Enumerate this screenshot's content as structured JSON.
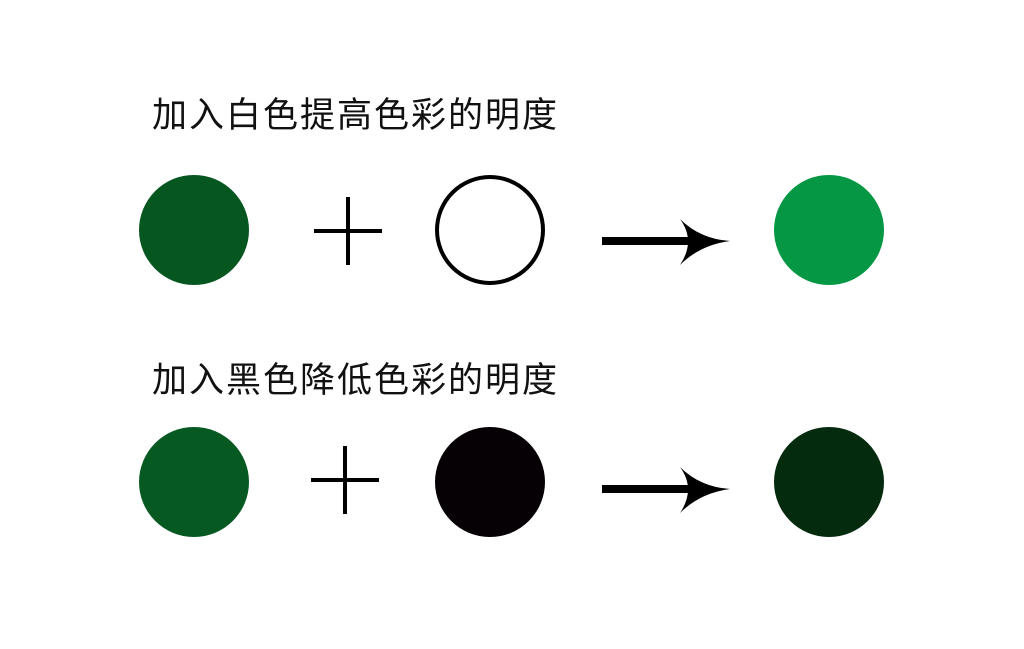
{
  "rows": [
    {
      "title": "加入白色提高色彩的明度",
      "base_color": "#05561F",
      "added_color": "#FFFFFF",
      "added_label": "white",
      "result_color": "#059744",
      "operator": "+",
      "arrow": "→"
    },
    {
      "title": "加入黑色降低色彩的明度",
      "base_color": "#065A21",
      "added_color": "#050104",
      "added_label": "black",
      "result_color": "#042B0D",
      "operator": "+",
      "arrow": "→"
    }
  ]
}
